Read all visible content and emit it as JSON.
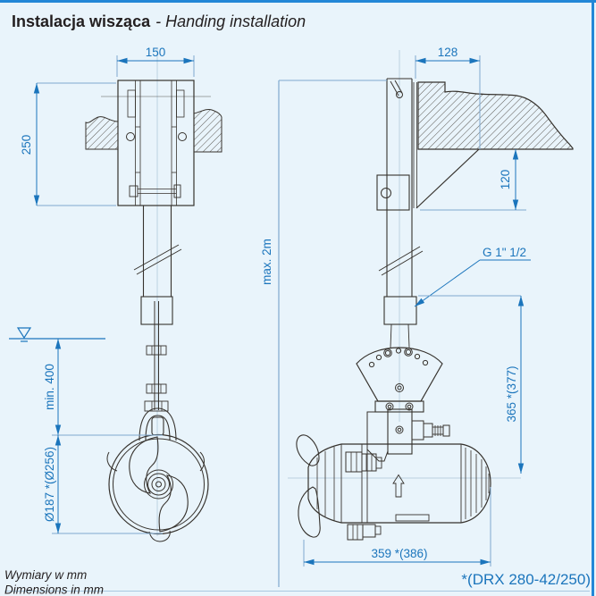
{
  "title": {
    "product": "Instalacja wisząca",
    "subtitle": "- Handing installation"
  },
  "front_view": {
    "dim_width": "150",
    "dim_wall_height": "250",
    "dim_min_depth": "min. 400",
    "dim_propeller": "Ø187 *(Ø256)"
  },
  "side_view": {
    "dim_width": "128",
    "dim_bracket_height": "120",
    "dim_max_pipe": "max. 2m",
    "thread_label": "G 1\" 1/2",
    "dim_axis_height": "365 *(377)",
    "dim_body_length": "359 *(386)"
  },
  "footer": {
    "units_pl": "Wymiary w mm",
    "units_en": "Dimensions in mm",
    "variant_note": "*(DRX 280-42/250)"
  },
  "colors": {
    "background": "#e9f4fb",
    "frame": "#2387d7",
    "dimension": "#1b75bc",
    "extension": "#7fa9cf",
    "drawing": "#36322d"
  }
}
